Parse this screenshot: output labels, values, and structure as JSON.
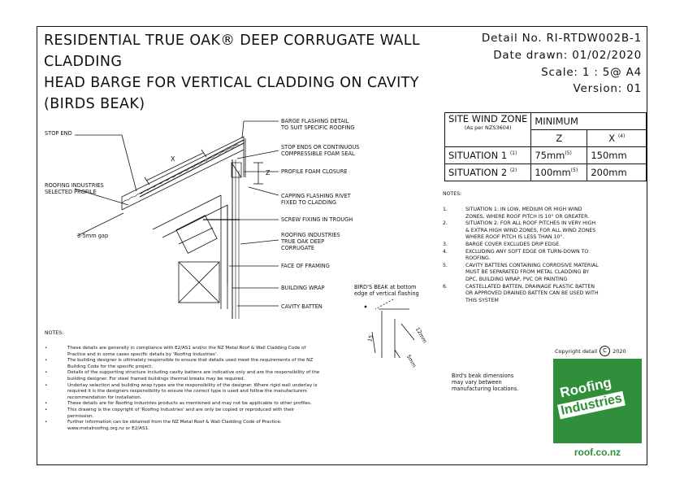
{
  "title": {
    "line1": "RESIDENTIAL TRUE OAK® DEEP CORRUGATE WALL",
    "line2": "CLADDING",
    "line3": "HEAD BARGE FOR VERTICAL CLADDING ON CAVITY",
    "line4": "(BIRDS BEAK)"
  },
  "meta": {
    "detail_no": "Detail No. RI-RTDW002B-1",
    "date_drawn": "Date drawn:  01/02/2020",
    "scale": "Scale:   1 : 5@ A4",
    "version": "Version:  01"
  },
  "wind_table": {
    "col1_header": "SITE WIND ZONE",
    "col1_sub": "(As per NZS3604)",
    "col2_header": "MINIMUM",
    "z_label": "Z",
    "x_label": "X",
    "x_ref": "(4)",
    "rows": [
      {
        "label": "SITUATION 1",
        "ref": "(1)",
        "z": "75mm",
        "z_ref": "(5)",
        "x": "150mm"
      },
      {
        "label": "SITUATION 2",
        "ref": "(2)",
        "z": "100mm",
        "z_ref": "(5)",
        "x": "200mm"
      }
    ]
  },
  "diagram_labels": {
    "stop_end": "STOP END",
    "barge_flashing": "BARGE FLASHING DETAIL\nTO SUIT SPECIFIC ROOFING",
    "stop_ends_foam": "STOP ENDS OR CONTINUOUS\nCOMPRESSIBLE FOAM SEAL",
    "profile_foam": "PROFILE FOAM CLOSURE",
    "roofing_profile": "ROOFING INDUSTRIES\nSELECTED PROFILE",
    "capping_rivet": "CAPPING FLASHING RIVET\nFIXED TO CLADDING",
    "screw_fixing": "SCREW FIXING IN TROUGH",
    "gap": "3-5mm gap",
    "true_oak": "ROOFING INDUSTRIES\nTRUE OAK DEEP\nCORRUGATE",
    "face_framing": "FACE OF FRAMING",
    "building_wrap": "BUILDING WRAP",
    "cavity_batten": "CAVITY BATTEN",
    "dim_x": "X",
    "dim_z": "Z",
    "birds_beak": "BIRD'S BEAK at bottom\nedge of vertical flashing",
    "dim_15": "15",
    "dim_12": "12mm",
    "dim_5": "5mm",
    "birds_beak_note": "Bird's beak dimensions\nmay vary between\nmanufacturing locations."
  },
  "notes_right": {
    "heading": "NOTES:",
    "items": [
      {
        "n": "1.",
        "text": "SITUATION 1: IN LOW, MEDIUM OR HIGH WIND\nZONES, WHERE ROOF PITCH IS 10° OR GREATER."
      },
      {
        "n": "2.",
        "text": "SITUATION 2: FOR ALL ROOF PITCHES IN VERY HIGH\n& EXTRA HIGH WIND ZONES, FOR ALL WIND ZONES\nWHERE ROOF PITCH IS LESS THAN 10°."
      },
      {
        "n": "3.",
        "text": "BARGE COVER EXCLUDES DRIP EDGE."
      },
      {
        "n": "4.",
        "text": "EXCLUDING ANY SOFT EDGE OR TURN-DOWN TO\nROOFING."
      },
      {
        "n": "5.",
        "text": "CAVITY BATTENS CONTAINING CORROSIVE MATERIAL\nMUST BE SEPARATED FROM METAL CLADDING BY\nDPC, BUILDING WRAP, PVC OR PAINTING"
      },
      {
        "n": "6.",
        "text": "CASTELLATED BATTEN, DRAINAGE PLASTIC BATTEN\nOR APPROVED DRAINED BATTEN CAN BE USED WITH\nTHIS SYSTEM"
      }
    ]
  },
  "notes_left": {
    "heading": "NOTES:",
    "items": [
      "These details are generally in compliance with E2/AS1 and/or the NZ Metal Roof & Wall Cladding Code of\nPractice and in some cases specific details by 'Roofing Industries'.",
      "The building designer is ultimately responsible to ensure that details used meet the requirements of the NZ\nBuilding Code for the specific project.",
      "Details of the supporting structure including cavity battens are indicative only and are the responsibility of the\nbuilding designer. For steel framed buildings thermal breaks may be required.",
      "Underlay selection and building wrap types are the responsibility of the designer. Where rigid wall underlay is\nrequired it is the designers responsibility to ensure the correct type is used and follow the manufacturers\nrecommendation for installation.",
      "These details are for Roofing Industries products as mentioned and may not be applicable to other profiles.",
      "This drawing is the copyright of 'Roofing Industries' and are only be copied or reproduced with their\npermission.",
      "Further information can be obtained from the NZ Metal Roof & Wall Cladding Code of Practice:\nwww.metalroofing.org.nz or E2/AS1."
    ]
  },
  "copyright": {
    "prefix": "Copyright detail",
    "symbol": "C",
    "year": "2020"
  },
  "logo": {
    "line1": "Roofing",
    "line2": "Industries",
    "url": "roof.co.nz"
  }
}
